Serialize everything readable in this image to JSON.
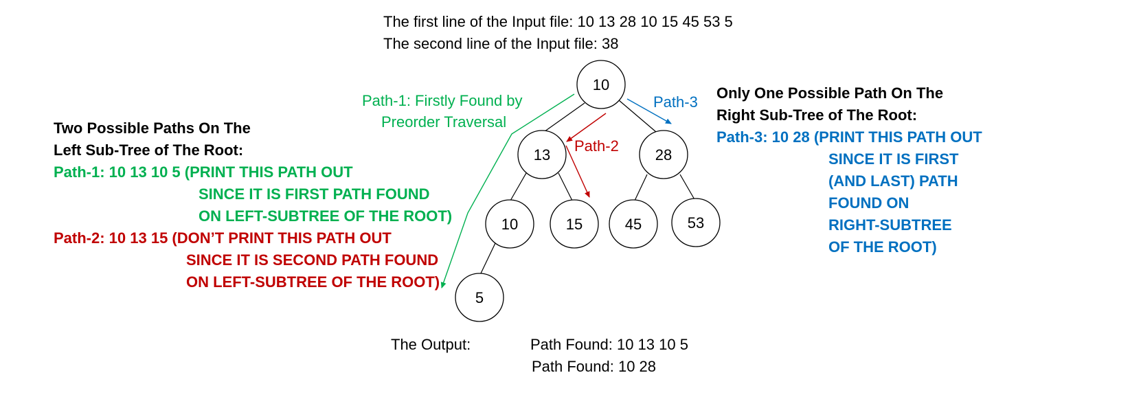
{
  "header": {
    "line1": "The first line of the Input file: 10 13 28 10 15 45 53 5",
    "line2": "The second line of the Input file: 38"
  },
  "tree": {
    "nodes": [
      "10",
      "13",
      "28",
      "10",
      "15",
      "45",
      "53",
      "5"
    ]
  },
  "arrow_labels": {
    "path1_line1": "Path-1: Firstly Found by",
    "path1_line2": "Preorder Traversal",
    "path2": "Path-2",
    "path3": "Path-3"
  },
  "left_panel": {
    "heading1": "Two Possible Paths On The",
    "heading2": "Left Sub-Tree of The Root:",
    "path1_l1": "Path-1: 10 13 10 5 (PRINT THIS PATH OUT",
    "path1_l2": "SINCE IT IS FIRST PATH FOUND",
    "path1_l3": "ON LEFT-SUBTREE OF THE ROOT)",
    "path2_l1": "Path-2: 10 13 15 (DON’T PRINT THIS PATH OUT",
    "path2_l2": "SINCE IT IS SECOND PATH FOUND",
    "path2_l3": "ON LEFT-SUBTREE OF THE ROOT)"
  },
  "right_panel": {
    "heading1": "Only One Possible Path On The",
    "heading2": "Right Sub-Tree of The Root:",
    "path3_l1": "Path-3: 10 28 (PRINT THIS PATH OUT",
    "path3_l2": "SINCE IT IS FIRST",
    "path3_l3": "(AND LAST) PATH",
    "path3_l4": "FOUND ON",
    "path3_l5": "RIGHT-SUBTREE",
    "path3_l6": "OF THE ROOT)"
  },
  "output": {
    "label": "The Output:",
    "line1": "Path Found: 10 13 10 5",
    "line2": "Path Found: 10 28"
  },
  "colors": {
    "green": "#00b050",
    "red": "#c00000",
    "blue": "#0070c0"
  }
}
